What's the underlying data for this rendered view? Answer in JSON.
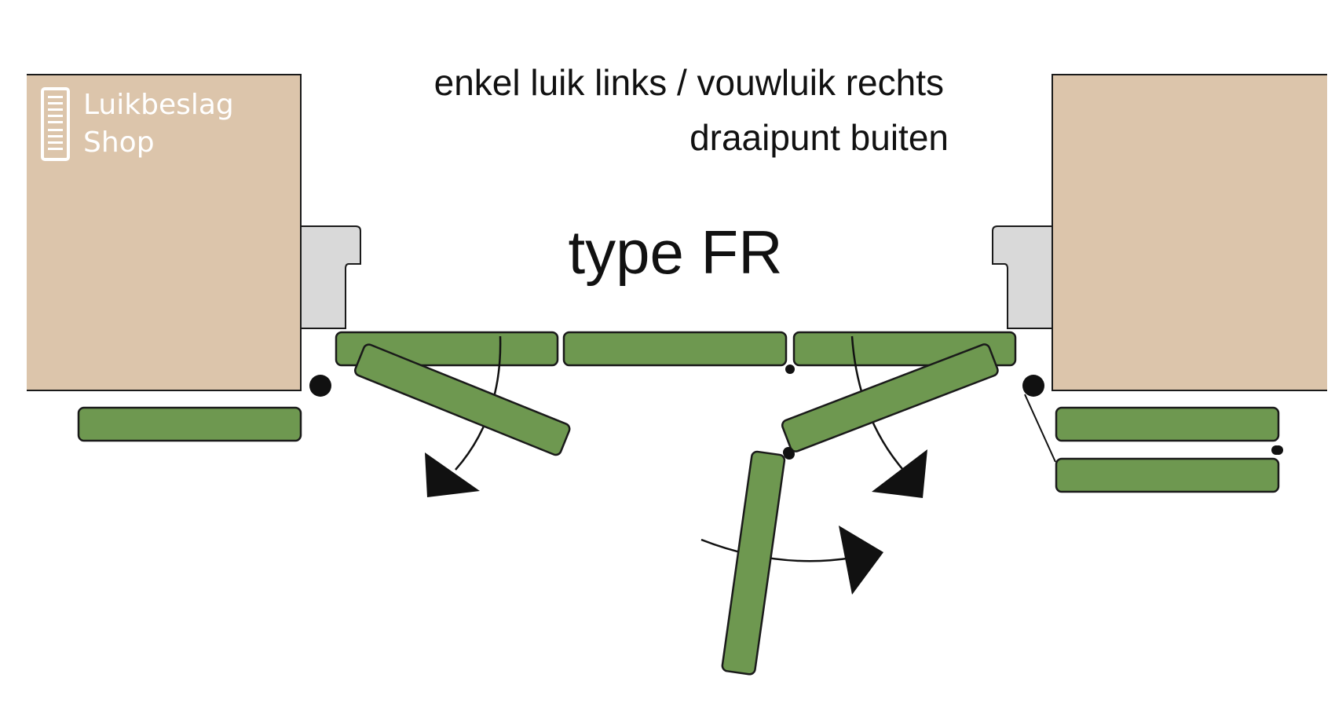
{
  "diagram": {
    "title_line1": "enkel luik links / vouwluik rechts",
    "title_line2": "draaipunt buiten",
    "type_label": "type FR"
  },
  "logo": {
    "line1": "Luikbeslag",
    "line2": "Shop",
    "icon": "shutter-icon"
  },
  "colors": {
    "wall": "#dcc5ab",
    "frame": "#d9d9d9",
    "shutter": "#6e9850",
    "outline": "#1a1a1a"
  }
}
